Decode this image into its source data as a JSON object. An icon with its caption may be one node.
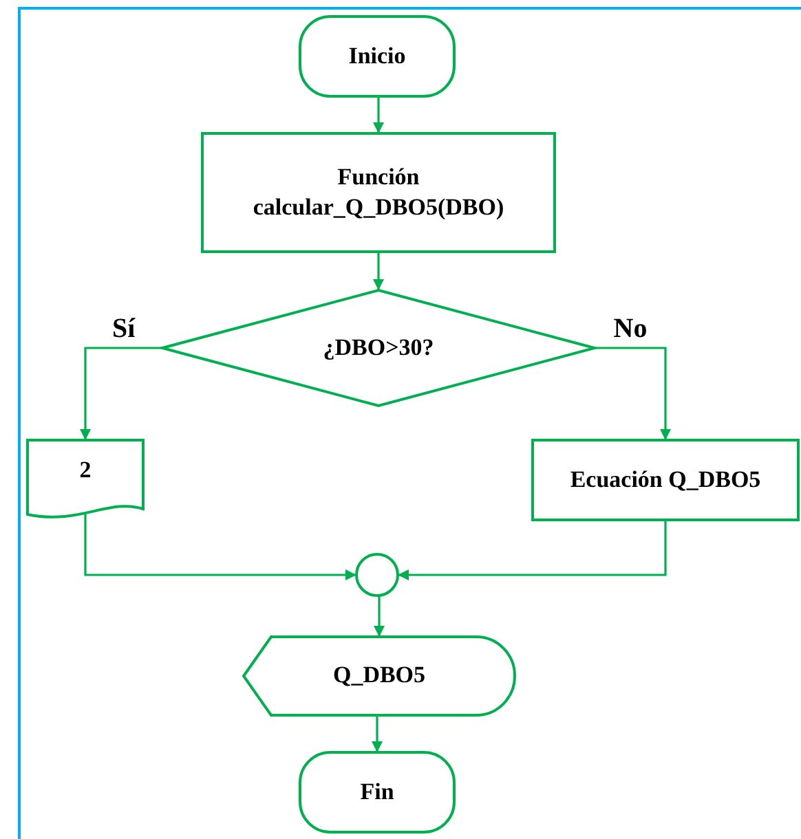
{
  "diagram": {
    "nodes": [
      {
        "text": [
          "Inicio"
        ]
      },
      {
        "text": [
          "Función calcular_Q_DBO5(DBO)"
        ]
      },
      {
        "text": [
          "¿DBO>30?"
        ]
      },
      {
        "text": [
          "2"
        ]
      },
      {
        "text": [
          "Ecuación Q_DBO5"
        ]
      },
      {
        "text": [],
        "shape": "circle"
      },
      {
        "text": [
          "Q_DBO5"
        ]
      },
      {
        "text": [
          "Fin"
        ]
      }
    ],
    "edges": [
      {
        "from": 0,
        "to": 1,
        "arrow": "to"
      },
      {
        "from": 1,
        "to": 2,
        "arrow": "to"
      },
      {
        "from": 2,
        "to": 3,
        "arrow": "to",
        "label": "Sí"
      },
      {
        "from": 2,
        "to": 4,
        "arrow": "to",
        "label": "No"
      },
      {
        "from": 3,
        "to": 5,
        "arrow": "to"
      },
      {
        "from": 4,
        "to": 5,
        "arrow": "to"
      },
      {
        "from": 5,
        "to": 6,
        "arrow": "to"
      },
      {
        "from": 6,
        "to": 7,
        "arrow": "to"
      }
    ]
  }
}
